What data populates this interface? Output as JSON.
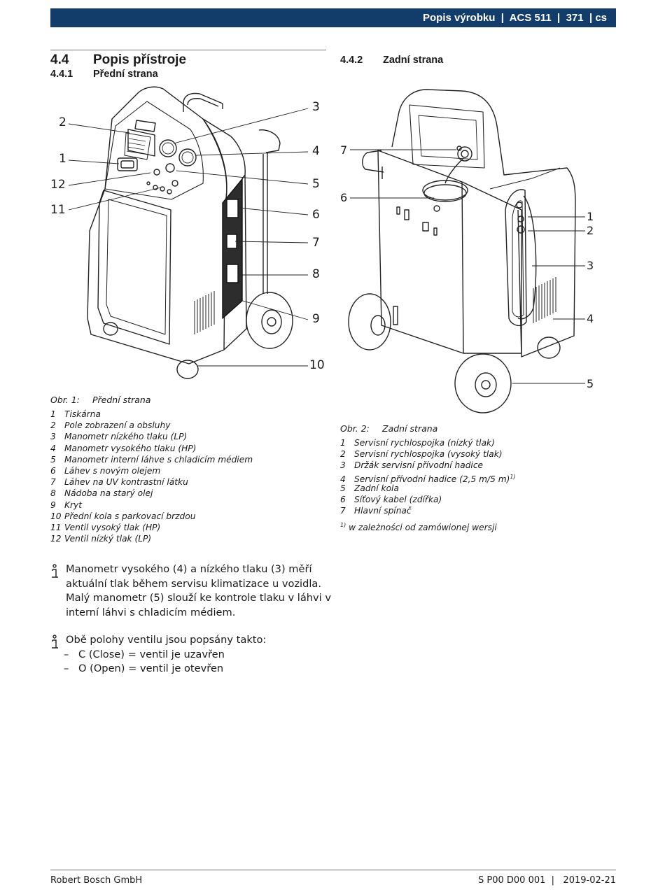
{
  "header": {
    "text": "Popis výrobku  |  ACS 511  |  371  | cs"
  },
  "section": {
    "number": "4.4",
    "title": "Popis přístroje"
  },
  "front": {
    "number": "4.4.1",
    "title": "Přední strana",
    "callouts": [
      "1",
      "2",
      "3",
      "4",
      "5",
      "6",
      "7",
      "8",
      "9",
      "10",
      "11",
      "12"
    ],
    "caption_num": "Obr. 1:",
    "caption_title": "Přední strana",
    "legend": [
      {
        "n": "1",
        "t": "Tiskárna"
      },
      {
        "n": "2",
        "t": "Pole zobrazení a obsluhy"
      },
      {
        "n": "3",
        "t": "Manometr nízkého tlaku (LP)"
      },
      {
        "n": "4",
        "t": "Manometr vysokého tlaku (HP)"
      },
      {
        "n": "5",
        "t": "Manometr interní láhve s chladicím médiem"
      },
      {
        "n": "6",
        "t": "Láhev s novým olejem"
      },
      {
        "n": "7",
        "t": "Láhev na UV kontrastní látku"
      },
      {
        "n": "8",
        "t": "Nádoba na starý olej"
      },
      {
        "n": "9",
        "t": "Kryt"
      },
      {
        "n": "10",
        "t": "Přední kola s parkovací brzdou"
      },
      {
        "n": "11",
        "t": "Ventil vysoký tlak (HP)"
      },
      {
        "n": "12",
        "t": "Ventil nízký tlak (LP)"
      }
    ]
  },
  "rear": {
    "number": "4.4.2",
    "title": "Zadní strana",
    "callouts": [
      "1",
      "2",
      "3",
      "4",
      "5",
      "6",
      "7"
    ],
    "caption_num": "Obr. 2:",
    "caption_title": "Zadní strana",
    "legend": [
      {
        "n": "1",
        "t": "Servisní rychlospojka (nízký tlak)"
      },
      {
        "n": "2",
        "t": "Servisní rychlospojka (vysoký tlak)"
      },
      {
        "n": "3",
        "t": "Držák servisní přívodní hadice"
      },
      {
        "n": "4",
        "t": "Servisní přívodní hadice (2,5 m/5 m)",
        "sup": "1)"
      },
      {
        "n": "5",
        "t": "Zadní kola"
      },
      {
        "n": "6",
        "t": "Síťový kabel (zdířka)"
      },
      {
        "n": "7",
        "t": "Hlavní spínač"
      }
    ],
    "footnote_mark": "1)",
    "footnote": "w zależności od zamówionej wersji"
  },
  "notes": [
    {
      "icon": "info-icon",
      "lines": [
        "Manometr vysokého (4) a nízkého tlaku (3) měří",
        "aktuální tlak během servisu klimatizace u vozidla.",
        "Malý manometr (5) slouží ke kontrole tlaku v láhvi v",
        "interní láhvi s chladicím médiem."
      ]
    },
    {
      "icon": "info-icon",
      "intro": "Obě polohy ventilu jsou popsány takto:",
      "bullets": [
        "C (Close) = ventil je uzavřen",
        "O (Open) = ventil je otevřen"
      ]
    }
  ],
  "footer": {
    "left": "Robert Bosch GmbH",
    "right": "S P00 D00 001  |   2019-02-21"
  },
  "colors": {
    "header_bg": "#123c69",
    "text": "#1a1a1a"
  }
}
